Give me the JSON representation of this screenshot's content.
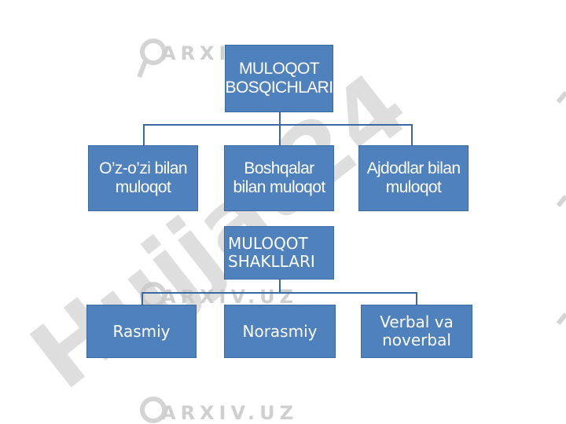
{
  "diagram": {
    "top_root": "MULOQOT\nBOSQICHLARI",
    "top_children": [
      "O’z-o’zi bilan\nmuloqot",
      "Boshqalar\nbilan muloqot",
      "Ajdodlar bilan\nmuloqot"
    ],
    "bottom_root": "MULOQOT\nSHAKLLARI",
    "bottom_children": [
      "Rasmiy",
      "Norasmiy",
      "Verbal va\nnoverbal"
    ]
  },
  "watermarks": {
    "arxiv": "ARXIV.UZ",
    "diagonal": "Hujjat24"
  },
  "colors": {
    "box_fill": "#4f81bd",
    "connector": "#3a6aa3",
    "watermark_diagonal": "#c8c8c8",
    "watermark_accent": "#f2d6ee"
  }
}
